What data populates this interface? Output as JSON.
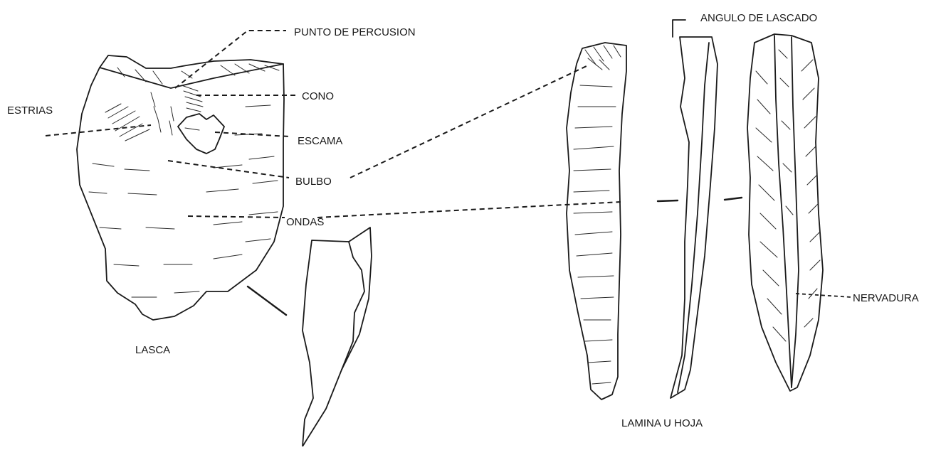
{
  "labels": {
    "punto_de_percusion": "PUNTO DE PERCUSION",
    "cono": "CONO",
    "estrias": "ESTRIAS",
    "escama": "ESCAMA",
    "bulbo": "BULBO",
    "ondas": "ONDAS",
    "lasca": "LASCA",
    "angulo_de_lascado": "ANGULO DE LASCADO",
    "nervadura": "NERVADURA",
    "lamina_u_hoja": "LAMINA U HOJA"
  }
}
